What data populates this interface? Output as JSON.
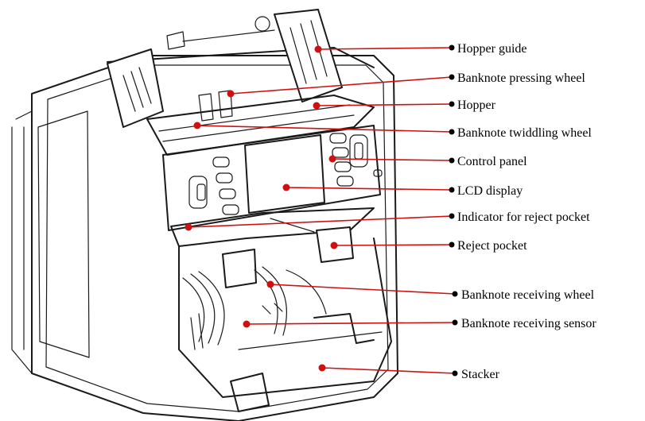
{
  "colors": {
    "leader": "#d01010",
    "marker": "#d01010",
    "bullet": "#000000",
    "outline": "#1a1a1a"
  },
  "labels": [
    {
      "id": "hopper-guide",
      "text": "Hopper guide"
    },
    {
      "id": "banknote-pressing-wheel",
      "text": "Banknote pressing wheel"
    },
    {
      "id": "hopper",
      "text": "Hopper"
    },
    {
      "id": "banknote-twiddling-wheel",
      "text": "Banknote twiddling wheel"
    },
    {
      "id": "control-panel",
      "text": "Control panel"
    },
    {
      "id": "lcd-display",
      "text": "LCD display"
    },
    {
      "id": "indicator-for-reject-pocket",
      "text": "Indicator for reject pocket"
    },
    {
      "id": "reject-pocket",
      "text": "Reject pocket"
    },
    {
      "id": "banknote-receiving-wheel",
      "text": "Banknote receiving wheel"
    },
    {
      "id": "banknote-receiving-sensor",
      "text": "Banknote receiving sensor"
    },
    {
      "id": "stacker",
      "text": "Stacker"
    }
  ]
}
